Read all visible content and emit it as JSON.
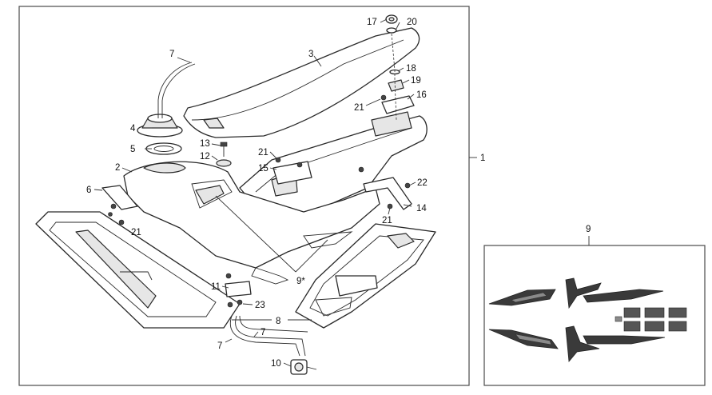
{
  "callouts": {
    "c1": "1",
    "c2": "2",
    "c3": "3",
    "c4": "4",
    "c5": "5",
    "c6": "6",
    "c7a": "7",
    "c7b": "7",
    "c7c": "7",
    "c8": "8",
    "c9star": "9*",
    "c9": "9",
    "c10": "10",
    "c11": "11",
    "c12": "12",
    "c13": "13",
    "c14": "14",
    "c15": "15",
    "c16": "16",
    "c17": "17",
    "c18": "18",
    "c19": "19",
    "c20": "20",
    "c21a": "21",
    "c21b": "21",
    "c21c": "21",
    "c21d": "21",
    "c22": "22",
    "c23": "23"
  }
}
